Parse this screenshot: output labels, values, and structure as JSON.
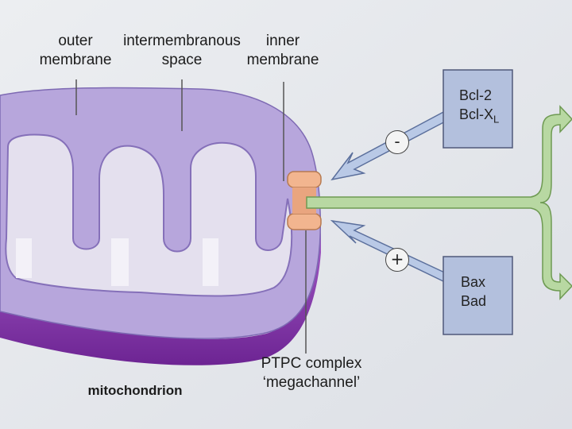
{
  "labels": {
    "outer_membrane_1": "outer",
    "outer_membrane_2": "membrane",
    "intermembranous_1": "intermembranous",
    "intermembranous_2": "space",
    "inner_membrane_1": "inner",
    "inner_membrane_2": "membrane",
    "ptpc_1": "PTPC complex",
    "ptpc_2": "‘megachannel’",
    "mitochondrion": "mitochondrion"
  },
  "boxes": {
    "anti_apoptotic_line1": "Bcl-2",
    "anti_apoptotic_line2_main": "Bcl-X",
    "anti_apoptotic_line2_sub": "L",
    "pro_apoptotic_line1": "Bax",
    "pro_apoptotic_line2": "Bad"
  },
  "signs": {
    "inhibit": "-",
    "promote": "+"
  },
  "colors": {
    "background": "#e9ebee",
    "outer_membrane": "#b7a6dc",
    "membrane_edge": "#8e44b4",
    "matrix": "#e4e0ee",
    "ptpc": "#f2b58f",
    "box_fill": "#b3c0dd",
    "arrow_blue": "#b9c9e6",
    "arrow_green": "#b8d8a2"
  }
}
